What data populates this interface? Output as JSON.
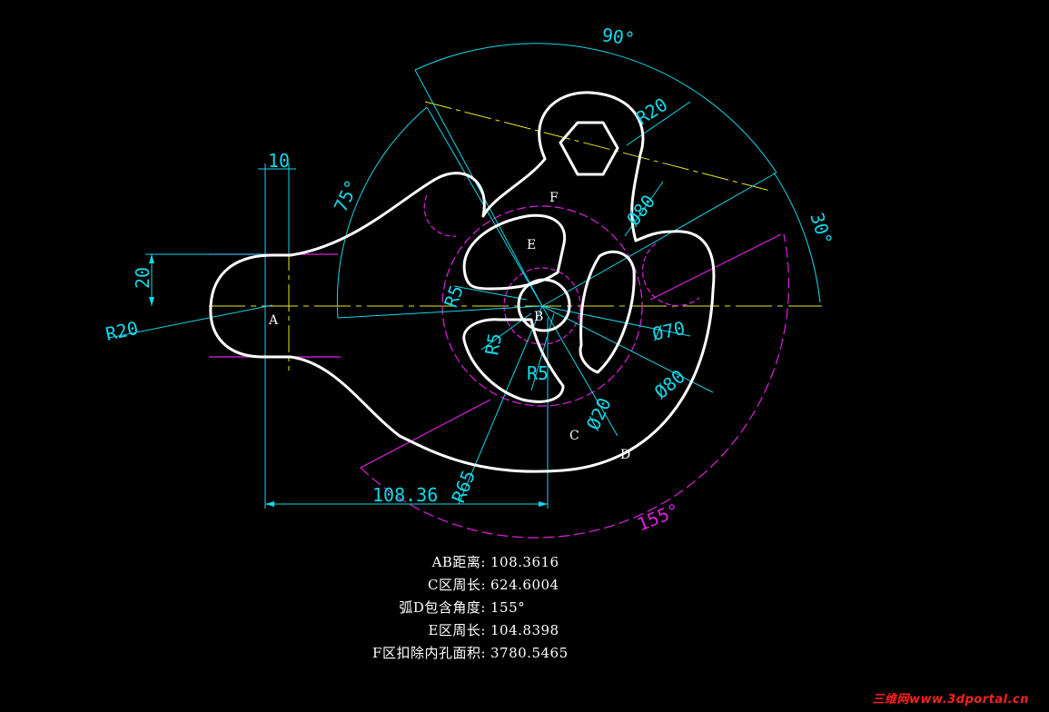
{
  "dimensions": {
    "width_10": "10",
    "height_20": "20",
    "radius_left": "R20",
    "radius_top": "R20",
    "diam_80_top": "Ø80",
    "diam_70": "Ø70",
    "diam_80": "Ø80",
    "diam_20": "Ø20",
    "r5_a": "R5",
    "r5_b": "R5",
    "r5_c": "R5",
    "r65": "R65",
    "angle_90": "90°",
    "angle_75": "75°",
    "angle_30": "30°",
    "angle_155": "155°",
    "ab_dist": "108.36"
  },
  "point_labels": {
    "A": "A",
    "B": "B",
    "C": "C",
    "D": "D",
    "E": "E",
    "F": "F"
  },
  "results": [
    {
      "label": "AB距离:",
      "value": "108.3616"
    },
    {
      "label": "C区周长:",
      "value": "624.6004"
    },
    {
      "label": "弧D包含角度:",
      "value": "155°"
    },
    {
      "label": "E区周长:",
      "value": "104.8398"
    },
    {
      "label": "F区扣除内孔面积:",
      "value": "3780.5465"
    }
  ],
  "watermark": "三维网www.3dportal.cn",
  "colors": {
    "outline": "#ffffff",
    "dimension": "#12d8e8",
    "construction": "#e020e0",
    "centerline": "#e8e820",
    "watermark": "#ff2020"
  }
}
